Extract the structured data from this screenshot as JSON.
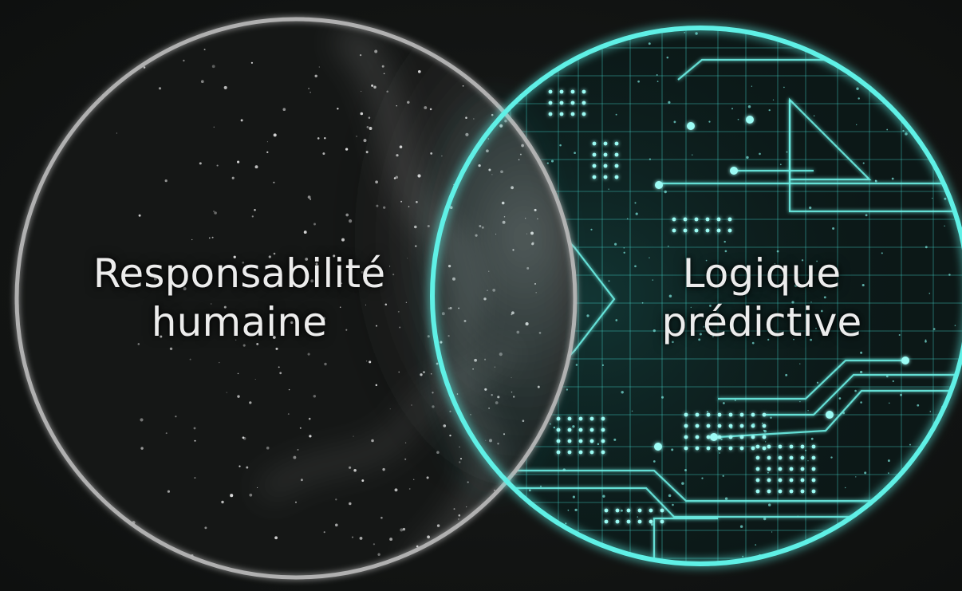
{
  "venn": {
    "left": {
      "line1": "Responsabilité",
      "line2": "humaine",
      "color": "#bdbdbd"
    },
    "right": {
      "line1": "Logique",
      "line2": "prédictive",
      "color": "#5ff0e6"
    }
  }
}
